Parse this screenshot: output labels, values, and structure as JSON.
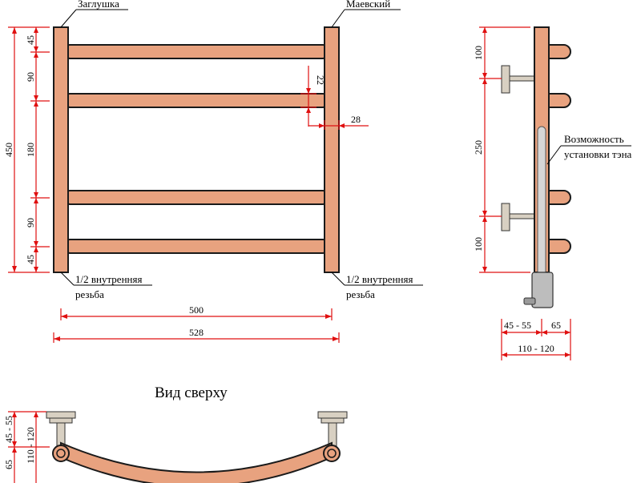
{
  "labels": {
    "cap": "Заглушка",
    "valve": "Маевский",
    "thread_left_1": "1/2 внутренняя",
    "thread_left_2": "резьба",
    "thread_right_1": "1/2 внутренняя",
    "thread_right_2": "резьба",
    "heater_1": "Возможность",
    "heater_2": "установки тэна",
    "top_view": "Вид сверху"
  },
  "front_dims": {
    "total_height": "450",
    "seg1": "45",
    "seg2": "90",
    "seg3": "180",
    "seg4": "90",
    "seg5": "45",
    "pipe_d": "22",
    "riser_w": "28",
    "width_axis": "500",
    "width_total": "528"
  },
  "side_dims": {
    "top": "100",
    "middle": "250",
    "bottom": "100",
    "offset_wall": "45 - 55",
    "depth": "65",
    "total_depth": "110 - 120"
  },
  "top_dims": {
    "offset_wall": "45 - 55",
    "total": "110 - 120",
    "depth": "65"
  },
  "colors": {
    "pipe": "#e8a27f",
    "dimension": "#e01010",
    "outline": "#1a1a1a"
  }
}
